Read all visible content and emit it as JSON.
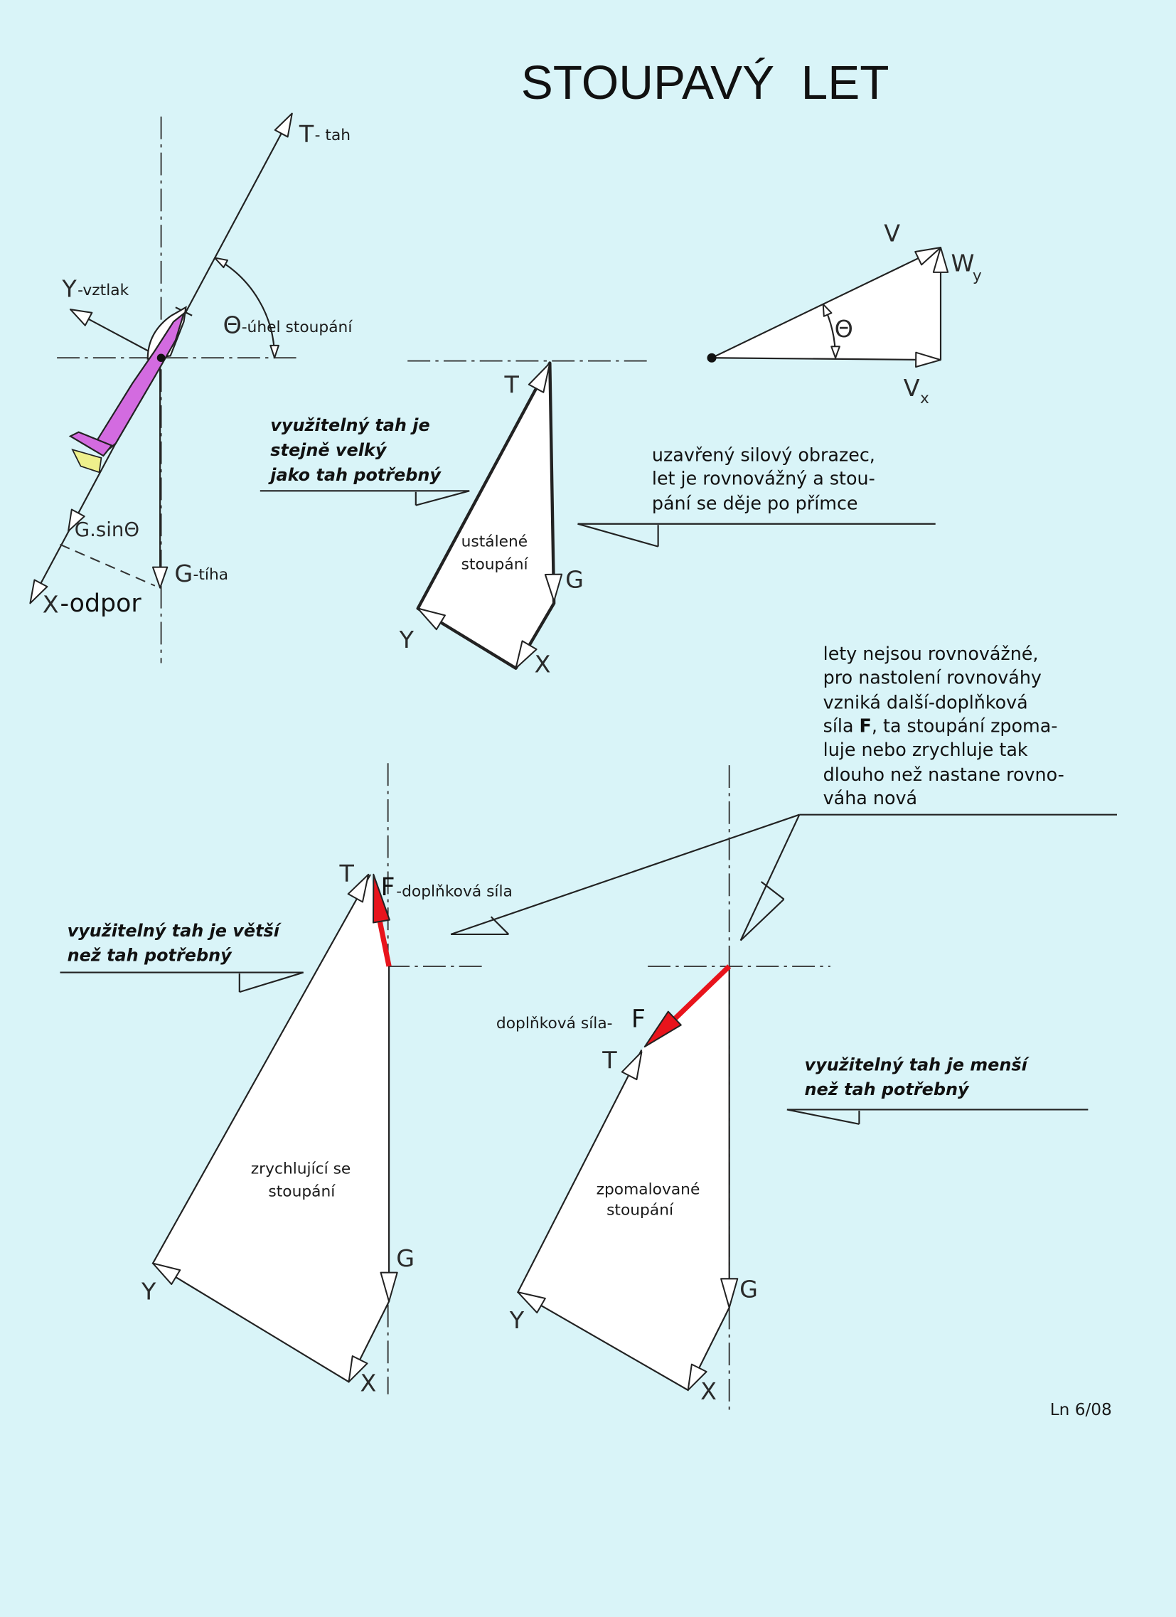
{
  "title": "STOUPAVÝ  LET",
  "climb_forces": {
    "thrust_symbol": "T",
    "thrust_text": "- tah",
    "lift_symbol": "Y",
    "lift_text": "-vztlak",
    "angle_symbol": "Θ",
    "angle_text": "-úhel stoupání",
    "weight_component": "G.sinΘ",
    "weight_symbol": "G",
    "weight_text": "-tíha",
    "drag_symbol": "X",
    "drag_text": "-odpor"
  },
  "steady_climb": {
    "note_lines": [
      "využitelný tah je",
      "stejně velký",
      "jako tah potřebný"
    ],
    "caption_lines": [
      "ustálené",
      "stoupání"
    ],
    "labels": {
      "thrust": "T",
      "weight": "G",
      "drag": "X",
      "lift": "Y"
    }
  },
  "velocity_triangle": {
    "velocity": "V",
    "climb_rate_main": "W",
    "climb_rate_sub": "y",
    "angle": "Θ",
    "horizontal_main": "V",
    "horizontal_sub": "x"
  },
  "closed_polygon_note": {
    "lines": [
      "uzavřený silový obrazec,",
      "let je rovnovážný a stou-",
      "pání se děje po přímce"
    ]
  },
  "unbalanced_note": {
    "lines_before": [
      "lety nejsou rovnovážné,",
      "pro nastolení rovnováhy",
      "vzniká další-doplňková"
    ],
    "line_with_force": [
      "síla ",
      "F",
      ", ta stoupání zpoma-"
    ],
    "lines_after": [
      "luje nebo zrychluje tak",
      "dlouho než nastane rovno-",
      "váha nová"
    ]
  },
  "accelerating_climb": {
    "note_lines": [
      "využitelný tah je větší",
      "než tah potřebný"
    ],
    "caption_lines": [
      "zrychlující se",
      "stoupání"
    ],
    "force_symbol": "F",
    "force_text": "-doplňková síla",
    "labels": {
      "thrust": "T",
      "weight": "G",
      "drag": "X",
      "lift": "Y"
    }
  },
  "decelerating_climb": {
    "note_lines": [
      "využitelný tah je menší",
      "než tah potřebný"
    ],
    "caption_lines": [
      "zpomalované",
      "stoupání"
    ],
    "force_text": "doplňková síla-",
    "force_symbol": "F",
    "labels": {
      "thrust": "T",
      "weight": "G",
      "drag": "X",
      "lift": "Y"
    }
  },
  "footer": "Ln 6/08",
  "colors": {
    "background": "#d9f4f8",
    "polygon_fill": "#ffffff",
    "force_arrow": "#e8141c",
    "fuselage": "#d36be0",
    "fin": "#eef08c"
  }
}
